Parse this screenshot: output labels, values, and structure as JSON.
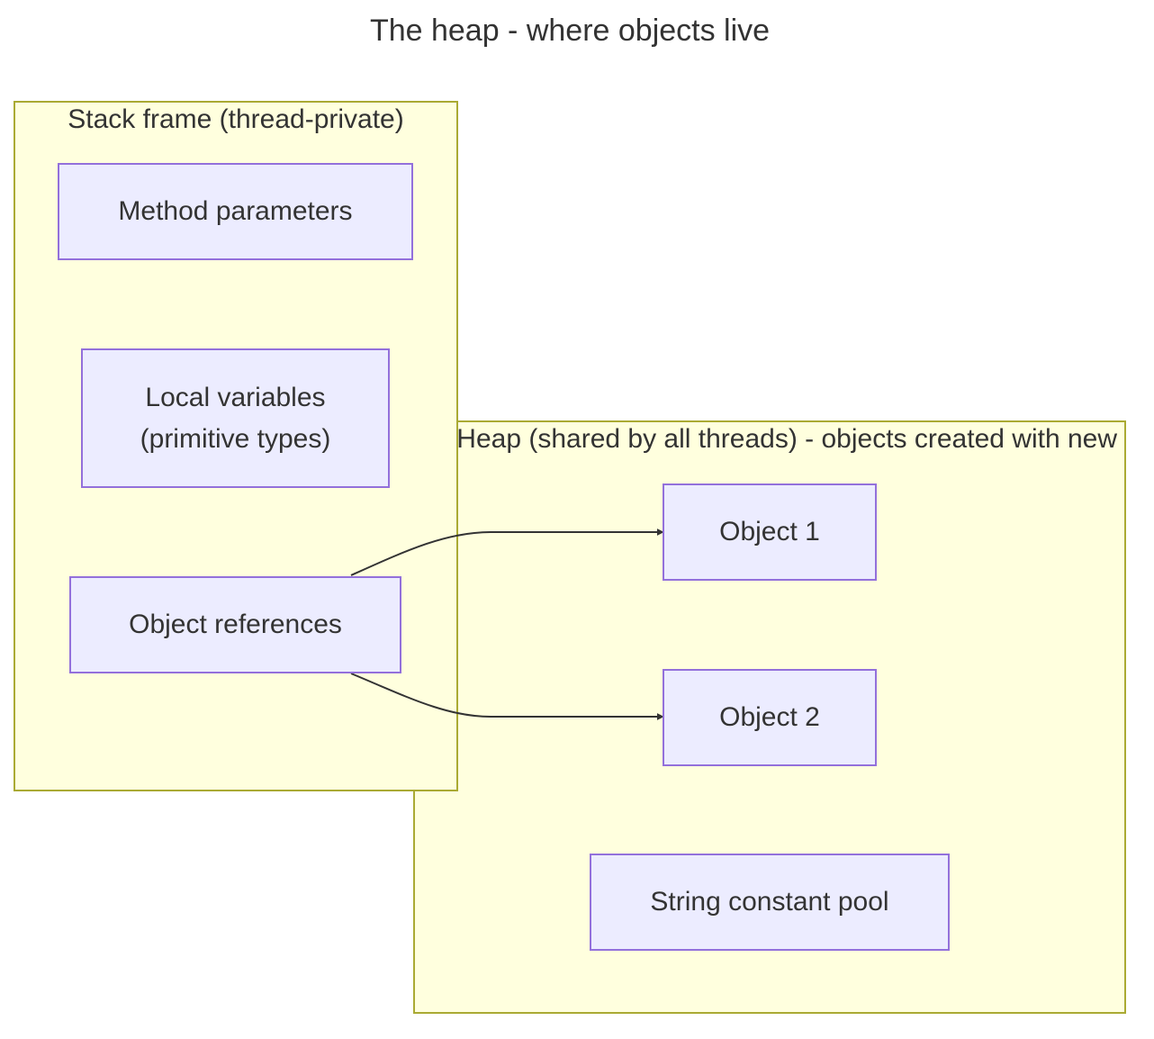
{
  "diagram": {
    "title": "The heap - where objects live",
    "clusters": {
      "stack": {
        "label": "Stack frame (thread-private)"
      },
      "heap": {
        "label": "Heap (shared by all threads) - objects created with new"
      }
    },
    "nodes": {
      "method_params": "Method parameters",
      "local_vars": "Local variables\n(primitive types)",
      "object_refs": "Object references",
      "object1": "Object 1",
      "object2": "Object 2",
      "string_pool": "String constant pool"
    },
    "edges": [
      {
        "from": "Object references",
        "to": "Object 1"
      },
      {
        "from": "Object references",
        "to": "Object 2"
      }
    ],
    "colors": {
      "cluster_fill": "#ffffde",
      "cluster_border": "#aaaa33",
      "node_fill": "#ececff",
      "node_border": "#9370db",
      "edge": "#333333",
      "text": "#333333"
    }
  }
}
